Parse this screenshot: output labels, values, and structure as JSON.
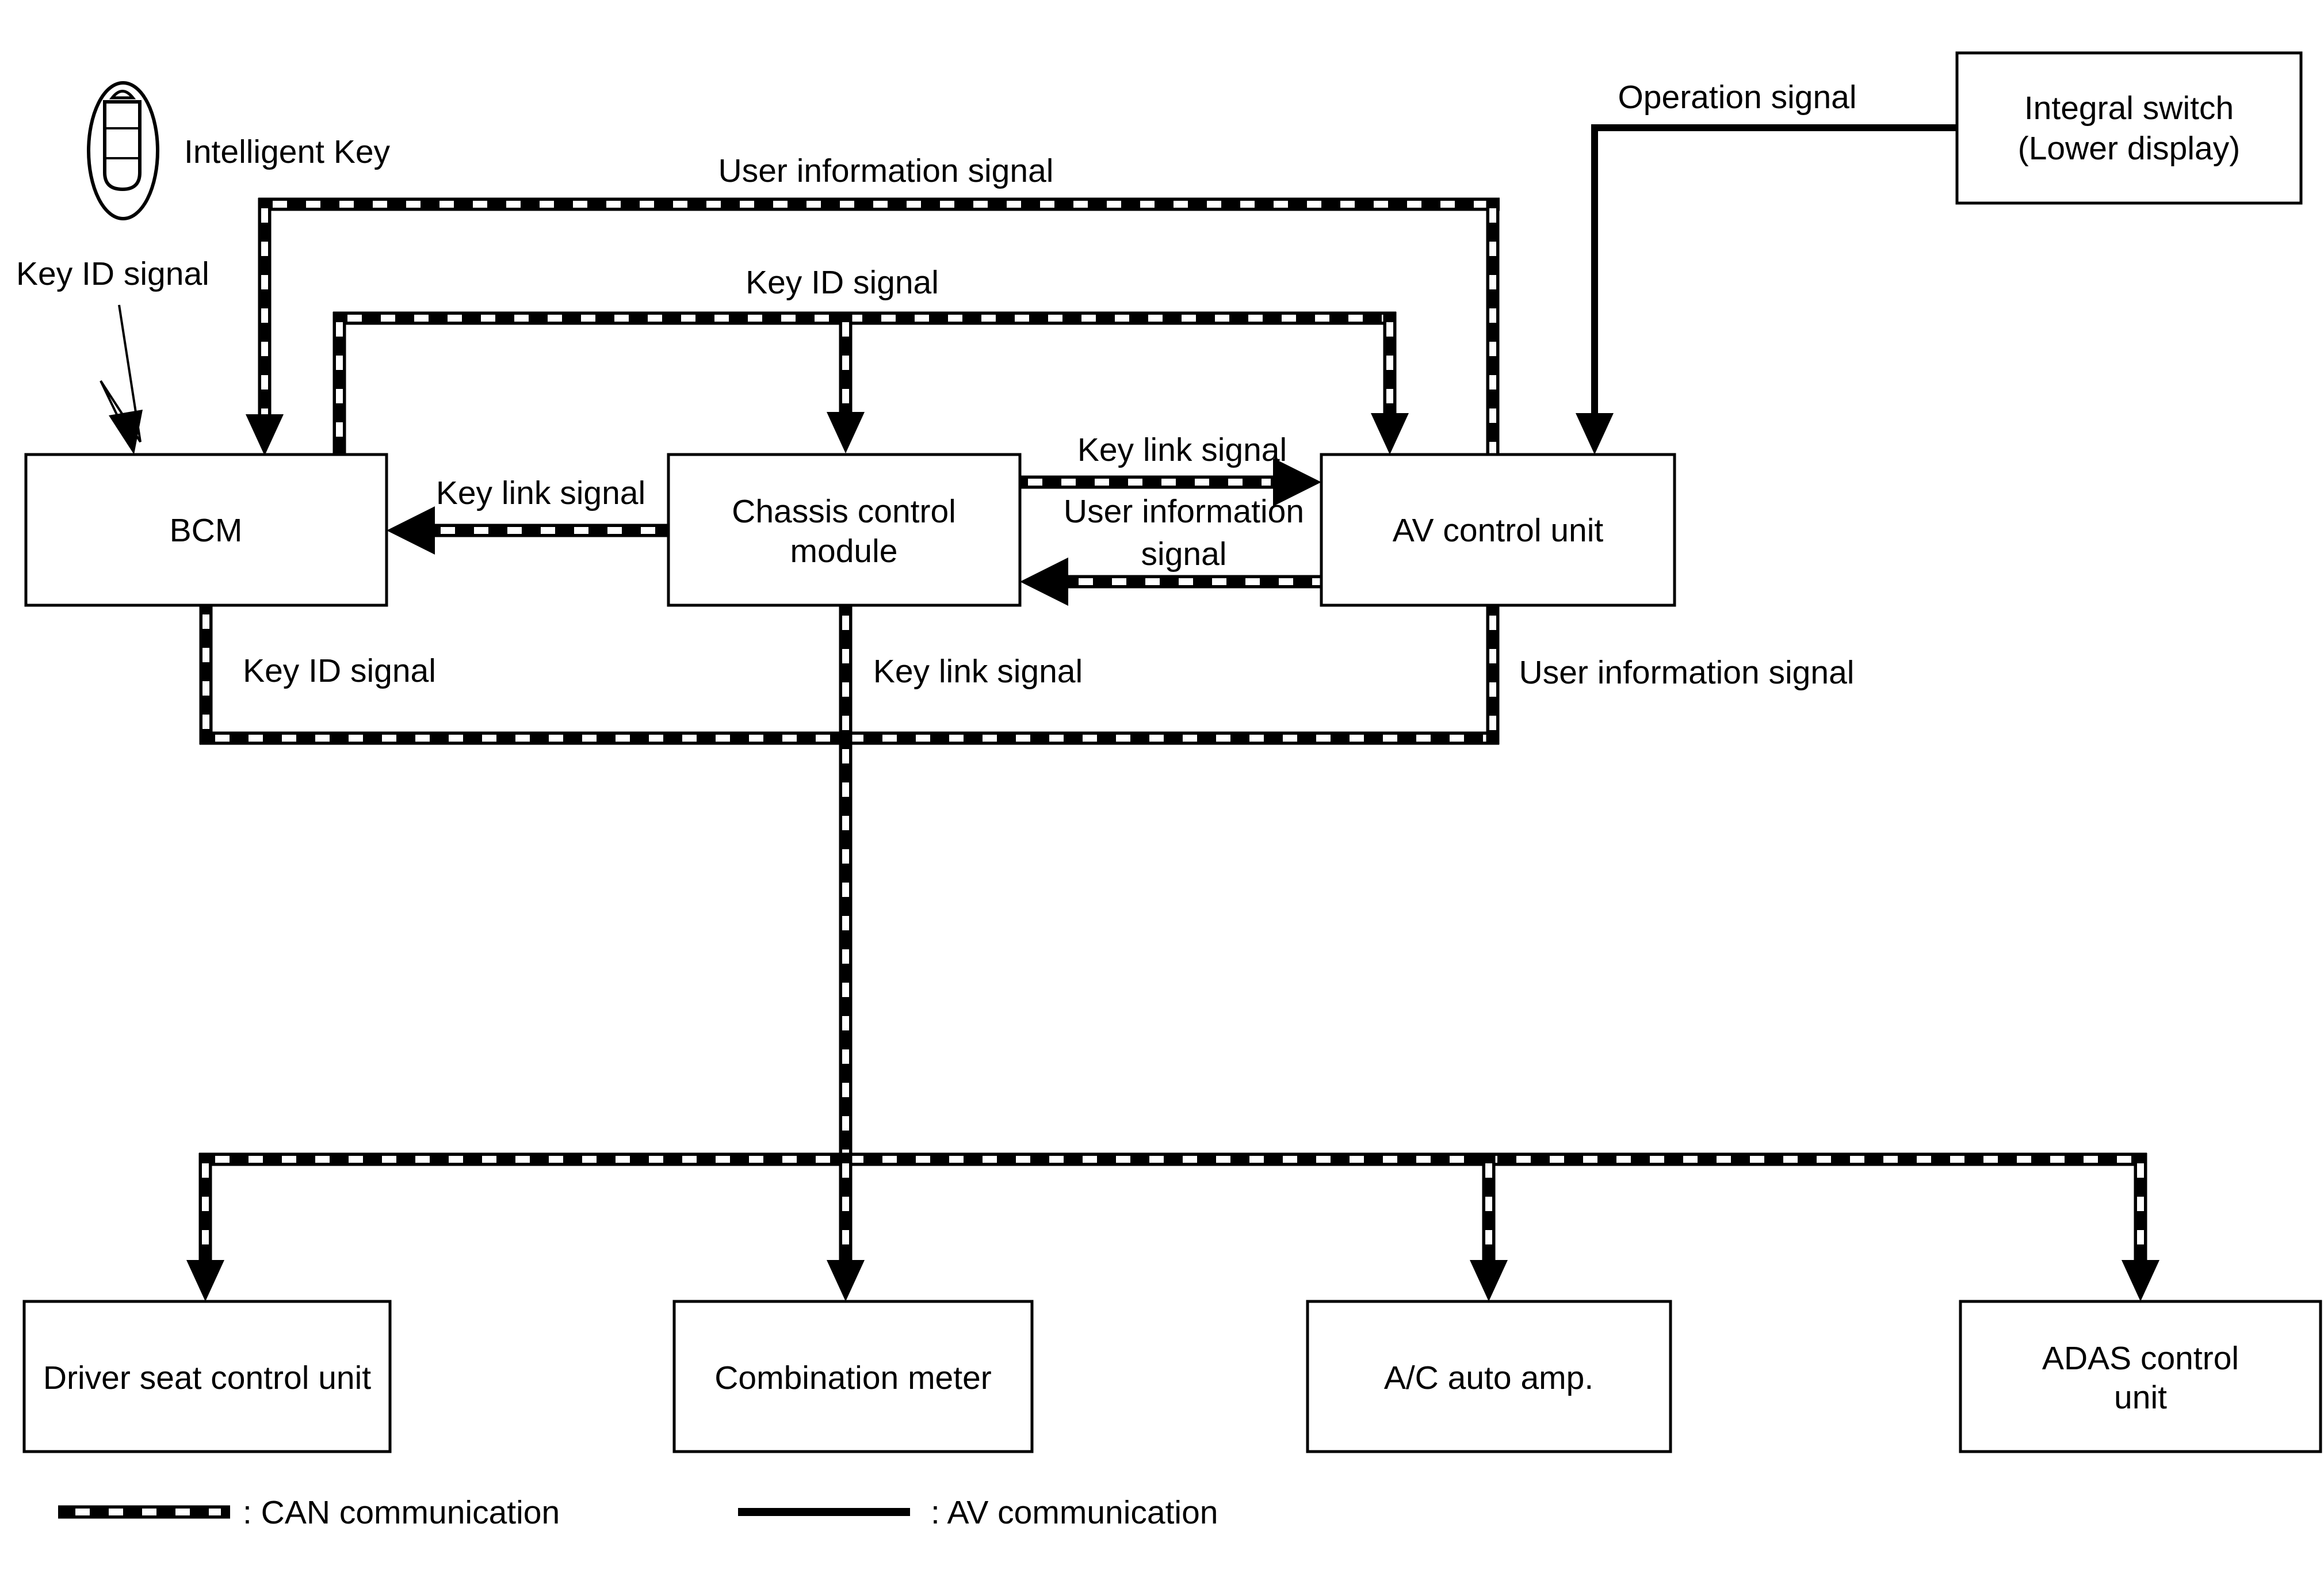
{
  "colors": {
    "line": "#000000",
    "background": "#ffffff",
    "text": "#000000"
  },
  "intelligent_key": {
    "label": "Intelligent Key",
    "pointer_label": "Key ID signal"
  },
  "nodes": {
    "bcm": {
      "label": "BCM"
    },
    "chassis": {
      "line1": "Chassis control",
      "line2": "module"
    },
    "av": {
      "label": "AV control unit"
    },
    "integral": {
      "line1": "Integral switch",
      "line2": "(Lower display)"
    },
    "driver_seat": {
      "label": "Driver seat control unit"
    },
    "combination_meter": {
      "label": "Combination meter"
    },
    "ac_auto_amp": {
      "label": "A/C auto amp."
    },
    "adas": {
      "line1": "ADAS control",
      "line2": "unit"
    }
  },
  "signals": {
    "user_information_top": "User information signal",
    "key_id_top": "Key ID signal",
    "operation": "Operation signal",
    "key_link_to_bcm": "Key link signal",
    "key_link_to_av": "Key link signal",
    "user_information_return_line1": "User information",
    "user_information_return_line2": "signal",
    "key_id_mid": "Key ID signal",
    "key_link_mid": "Key link signal",
    "user_information_mid": "User information signal"
  },
  "legend": {
    "can": ": CAN communication",
    "av": ": AV communication"
  }
}
